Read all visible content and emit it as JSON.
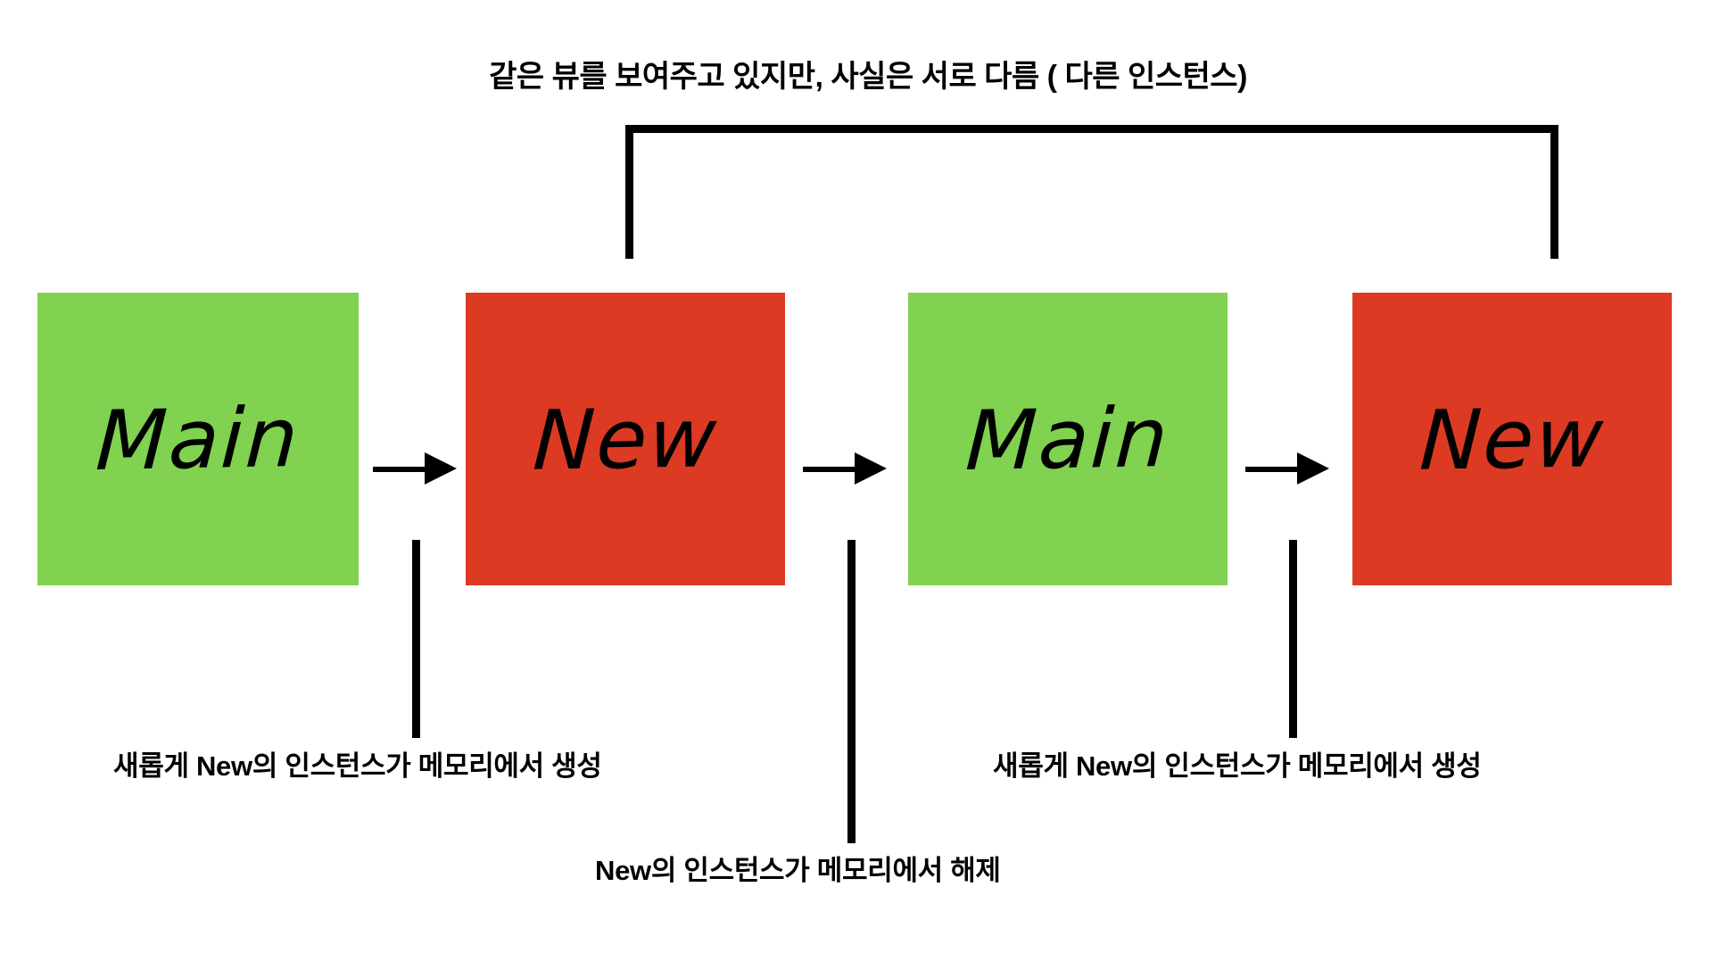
{
  "diagram": {
    "title_note": "같은 뷰를 보여주고 있지만, 사실은 서로 다름 ( 다른 인스턴스)",
    "colors": {
      "green": "#80d250",
      "red": "#dd3a23",
      "line": "#000000",
      "background": "#ffffff"
    },
    "boxes": [
      {
        "label": "Main",
        "color": "green"
      },
      {
        "label": "New",
        "color": "red"
      },
      {
        "label": "Main",
        "color": "green"
      },
      {
        "label": "New",
        "color": "red"
      }
    ],
    "arrows": [
      {
        "name": "main-to-new-1"
      },
      {
        "name": "new-to-main-2"
      },
      {
        "name": "main-to-new-2"
      }
    ],
    "annotations": {
      "create_instance_1": "새롭게 New의 인스턴스가 메모리에서 생성",
      "release_instance": "New의 인스턴스가 메모리에서 해제",
      "create_instance_2": "새롭게 New의 인스턴스가 메모리에서 생성"
    }
  }
}
